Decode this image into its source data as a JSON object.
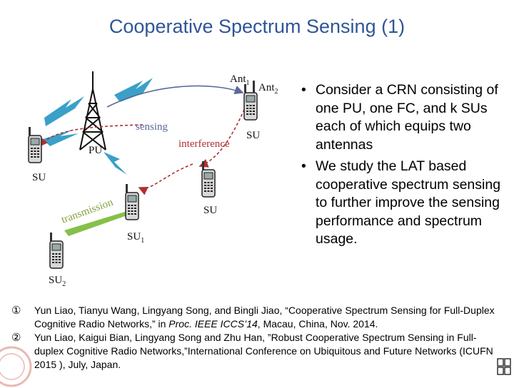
{
  "title": "Cooperative Spectrum Sensing (1)",
  "diagram": {
    "ant1": "Ant",
    "ant1_sub": "1",
    "ant2": "Ant",
    "ant2_sub": "2",
    "sensing": "sensing",
    "interference": "interference",
    "transmission": "transmission",
    "pu": "PU",
    "su_left": "SU",
    "su_top_right": "SU",
    "su_mid_right": "SU",
    "su1": "SU",
    "su1_sub": "1",
    "su2": "SU",
    "su2_sub": "2",
    "colors": {
      "sensing": "#5a6a9a",
      "interference": "#b03030",
      "lightning": "#3aa0c8",
      "transmission": "#86c04a"
    }
  },
  "bullets": [
    "Consider a CRN consisting of one PU, one FC, and k SUs each of which equips two antennas",
    "We study the LAT based cooperative spectrum sensing to further improve the sensing performance and spectrum usage."
  ],
  "bullet_char": "•",
  "references": [
    {
      "num": "①",
      "pre": "Yun Liao, Tianyu Wang, Lingyang Song, and Bingli Jiao, “Cooperative Spectrum Sensing for Full-Duplex Cognitive Radio Networks,” in ",
      "ital": "Proc. IEEE ICCS’14",
      "post": ", Macau, China, Nov. 2014."
    },
    {
      "num": "②",
      "pre": "Yun Liao, Kaigui Bian, Lingyang Song and Zhu Han, ”Robust Cooperative Spectrum Sensing in Full-duplex Cognitive Radio Networks,”International Conference on Ubiquitous and Future Networks (ICUFN 2015 ), July, Japan.",
      "ital": "",
      "post": ""
    }
  ]
}
